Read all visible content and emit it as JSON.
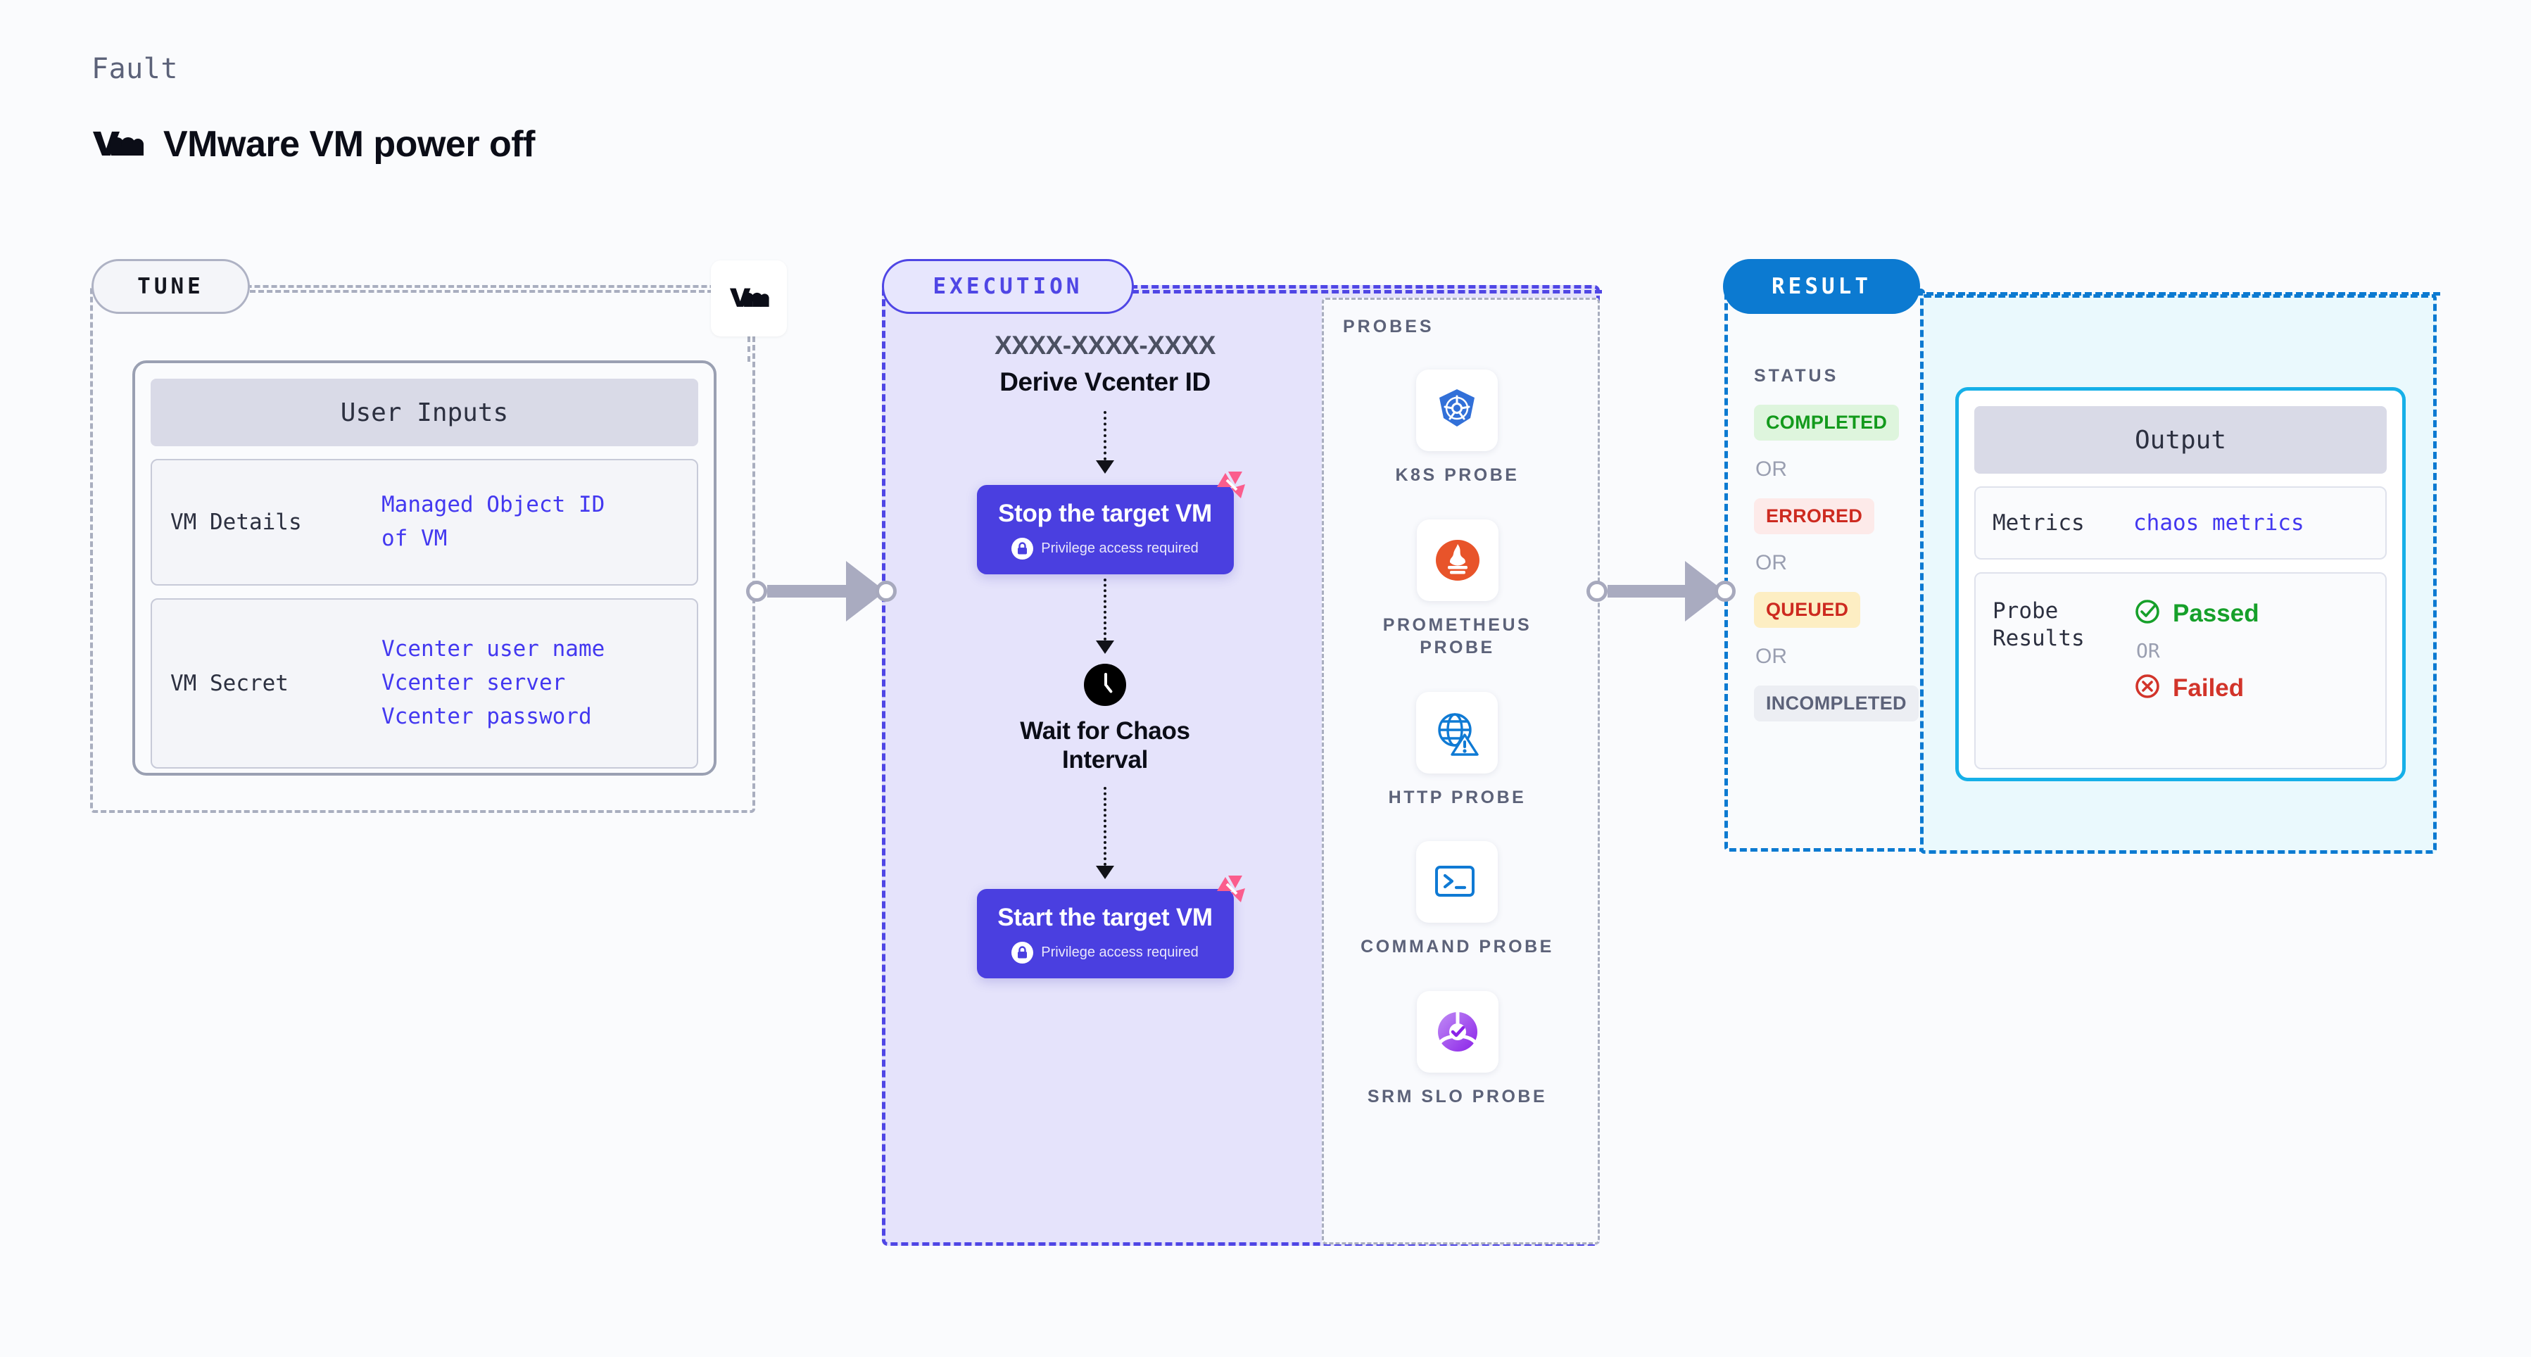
{
  "header": {
    "kicker": "Fault",
    "logo_icon": "vmware-vm-logo",
    "title": "VMware VM power off"
  },
  "tune": {
    "pill_label": "TUNE",
    "vendor_chip_icon": "vmware-vm-logo",
    "card": {
      "heading": "User Inputs",
      "rows": [
        {
          "label": "VM Details",
          "values": [
            "Managed Object ID",
            "of VM"
          ]
        },
        {
          "label": "VM Secret",
          "values": [
            "Vcenter user name",
            "Vcenter server",
            "Vcenter password"
          ]
        }
      ]
    }
  },
  "execution": {
    "pill_label": "EXECUTION",
    "flow": {
      "id_placeholder": "XXXX-XXXX-XXXX",
      "derive_label": "Derive Vcenter ID",
      "stop_card": {
        "title": "Stop the target VM",
        "privilege_note": "Privilege access required",
        "lock_icon": "lock-icon",
        "corner_icon": "litmus-chaos-icon"
      },
      "wait": {
        "icon": "clock-icon",
        "label_line1": "Wait for Chaos",
        "label_line2": "Interval"
      },
      "start_card": {
        "title": "Start the target VM",
        "privilege_note": "Privilege access required",
        "lock_icon": "lock-icon",
        "corner_icon": "litmus-chaos-icon"
      }
    }
  },
  "probes": {
    "title": "PROBES",
    "items": [
      {
        "icon": "kubernetes-icon",
        "name": "K8S PROBE"
      },
      {
        "icon": "prometheus-icon",
        "name": "PROMETHEUS PROBE"
      },
      {
        "icon": "http-globe-warning-icon",
        "name": "HTTP PROBE"
      },
      {
        "icon": "terminal-prompt-icon",
        "name": "COMMAND PROBE"
      },
      {
        "icon": "srm-slo-gauge-icon",
        "name": "SRM SLO PROBE"
      }
    ]
  },
  "result": {
    "pill_label": "RESULT",
    "status_title": "STATUS",
    "or_label": "OR",
    "statuses": [
      {
        "label": "COMPLETED",
        "color": "#139a1c",
        "bg": "#def5dd"
      },
      {
        "label": "ERRORED",
        "color": "#cd2a20",
        "bg": "#fdeae9"
      },
      {
        "label": "QUEUED",
        "color": "#cd2a20",
        "bg": "#fdeec3"
      },
      {
        "label": "INCOMPLETED",
        "color": "#5c6279",
        "bg": "#eceef3"
      }
    ]
  },
  "output": {
    "heading": "Output",
    "metrics_label": "Metrics",
    "metrics_value": "chaos metrics",
    "probe_results_label": "Probe Results",
    "passed_label": "Passed",
    "failed_label": "Failed",
    "or_label": "OR",
    "passed_icon": "check-circle-icon",
    "failed_icon": "x-circle-icon"
  },
  "connectors": {
    "tune_to_execution": "arrow-right",
    "execution_to_result": "arrow-right"
  },
  "colors": {
    "accent_purple": "#4a3fe0",
    "accent_blue": "#0c7ad1",
    "accent_cyan": "#16b0e8",
    "link_blue": "#4338f0",
    "pass_green": "#16a02a",
    "fail_red": "#d2342a",
    "litmus_pink": "#fb5d8d",
    "exec_panel_bg": "#e5e3fb",
    "output_panel_bg": "#eaf9fd"
  }
}
